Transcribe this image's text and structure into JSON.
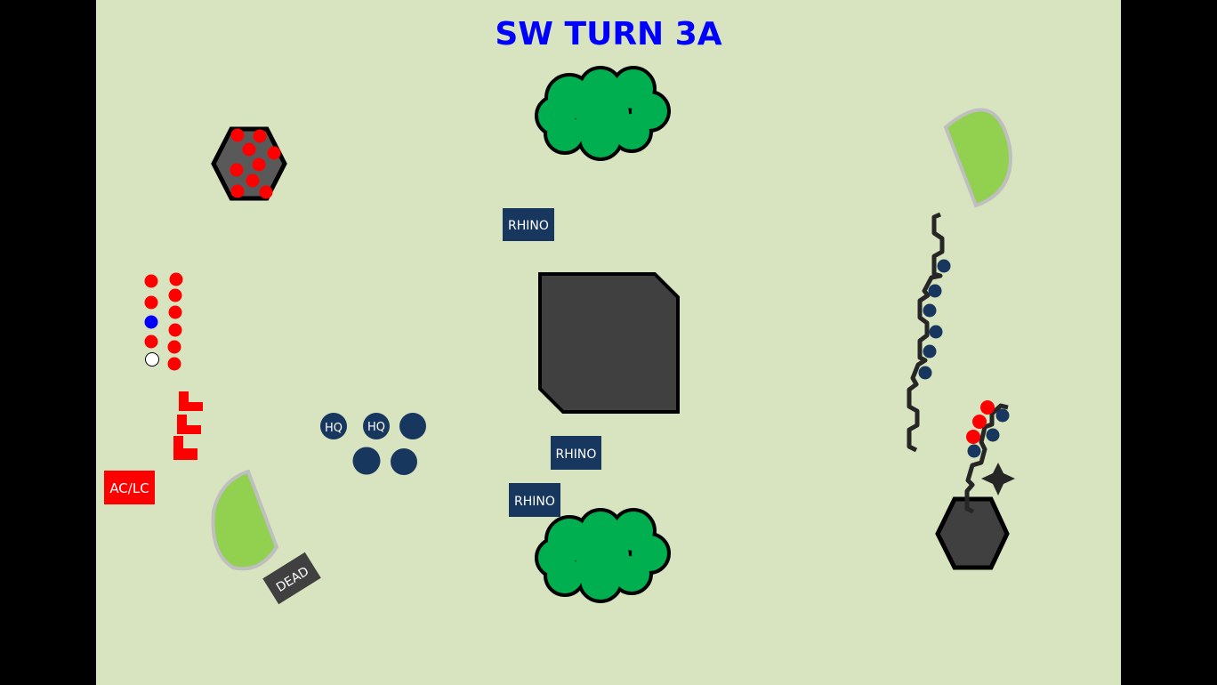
{
  "title": "SW TURN 3A",
  "labels": {
    "rhino": [
      "RHINO",
      "RHINO",
      "RHINO"
    ],
    "hq": [
      "HQ",
      "HQ"
    ],
    "aclc": "AC/LC",
    "dead": "DEAD"
  },
  "colors": {
    "background": "#d8e4bf",
    "title": "#0000ff",
    "red_units": "#ff0000",
    "navy_units": "#17375e",
    "terrain_dark": "#404040",
    "woods": "#00b050",
    "hill": "#92d050"
  }
}
